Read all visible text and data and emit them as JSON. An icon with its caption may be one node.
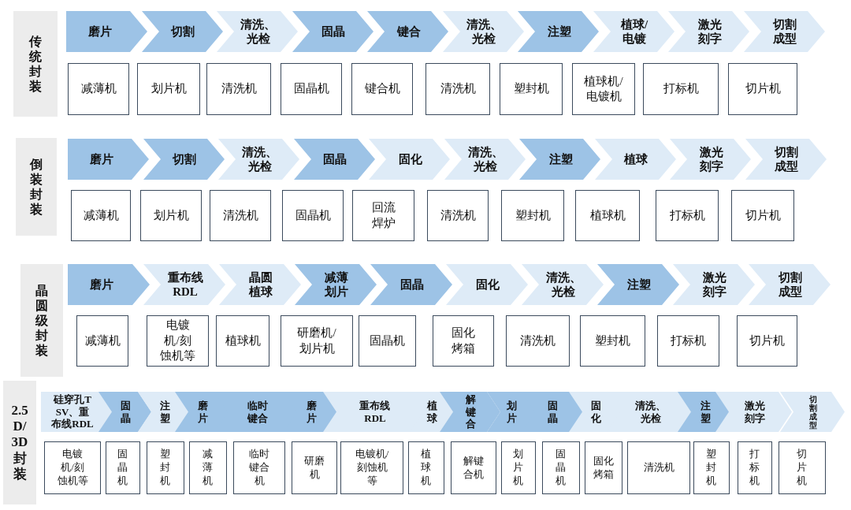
{
  "diagram": {
    "nodes": [
      {
        "text": [
          "传统封装"
        ]
      },
      {
        "text": [
          "磨片"
        ]
      },
      {
        "text": [
          "切割"
        ]
      },
      {
        "text": [
          "清洗、光检"
        ]
      },
      {
        "text": [
          "固晶"
        ]
      },
      {
        "text": [
          "键合"
        ]
      },
      {
        "text": [
          "清洗、光检"
        ]
      },
      {
        "text": [
          "注塑"
        ]
      },
      {
        "text": [
          "植球/电镀"
        ]
      },
      {
        "text": [
          "激光刻字"
        ]
      },
      {
        "text": [
          "切割成型"
        ]
      },
      {
        "text": [
          "减薄机"
        ]
      },
      {
        "text": [
          "划片机"
        ]
      },
      {
        "text": [
          "清洗机"
        ]
      },
      {
        "text": [
          "固晶机"
        ]
      },
      {
        "text": [
          "键合机"
        ]
      },
      {
        "text": [
          "清洗机"
        ]
      },
      {
        "text": [
          "塑封机"
        ]
      },
      {
        "text": [
          "植球机/电镀机"
        ]
      },
      {
        "text": [
          "打标机"
        ]
      },
      {
        "text": [
          "切片机"
        ]
      },
      {
        "text": [
          "倒装封装"
        ]
      },
      {
        "text": [
          "磨片"
        ]
      },
      {
        "text": [
          "切割"
        ]
      },
      {
        "text": [
          "清洗、光检"
        ]
      },
      {
        "text": [
          "固晶"
        ]
      },
      {
        "text": [
          "固化"
        ]
      },
      {
        "text": [
          "清洗、光检"
        ]
      },
      {
        "text": [
          "注塑"
        ]
      },
      {
        "text": [
          "植球"
        ]
      },
      {
        "text": [
          "激光刻字"
        ]
      },
      {
        "text": [
          "切割成型"
        ]
      },
      {
        "text": [
          "减薄机"
        ]
      },
      {
        "text": [
          "划片机"
        ]
      },
      {
        "text": [
          "清洗机"
        ]
      },
      {
        "text": [
          "固晶机"
        ]
      },
      {
        "text": [
          "回流焊炉"
        ]
      },
      {
        "text": [
          "清洗机"
        ]
      },
      {
        "text": [
          "塑封机"
        ]
      },
      {
        "text": [
          "植球机"
        ]
      },
      {
        "text": [
          "打标机"
        ]
      },
      {
        "text": [
          "切片机"
        ]
      },
      {
        "text": [
          "晶圆级封装"
        ]
      },
      {
        "text": [
          "磨片"
        ]
      },
      {
        "text": [
          "重布线 RDL"
        ]
      },
      {
        "text": [
          "晶圆植球"
        ]
      },
      {
        "text": [
          "减薄划片"
        ]
      },
      {
        "text": [
          "固晶"
        ]
      },
      {
        "text": [
          "固化"
        ]
      },
      {
        "text": [
          "清洗、光检"
        ]
      },
      {
        "text": [
          "注塑"
        ]
      },
      {
        "text": [
          "激光刻字"
        ]
      },
      {
        "text": [
          "切割成型"
        ]
      },
      {
        "text": [
          "减薄机"
        ]
      },
      {
        "text": [
          "电镀机/刻蚀机等"
        ]
      },
      {
        "text": [
          "植球机"
        ]
      },
      {
        "text": [
          "研磨机/划片机"
        ]
      },
      {
        "text": [
          "固晶机"
        ]
      },
      {
        "text": [
          "固化烤箱"
        ]
      },
      {
        "text": [
          "清洗机"
        ]
      },
      {
        "text": [
          "塑封机"
        ]
      },
      {
        "text": [
          "打标机"
        ]
      },
      {
        "text": [
          "切片机"
        ]
      },
      {
        "text": [
          "2.5D/3D封装"
        ]
      },
      {
        "text": [
          "硅穿孔TSV、重布线RDL"
        ]
      },
      {
        "text": [
          "固晶"
        ]
      },
      {
        "text": [
          "注塑"
        ]
      },
      {
        "text": [
          "磨片"
        ]
      },
      {
        "text": [
          "临时键合"
        ]
      },
      {
        "text": [
          "磨片"
        ]
      },
      {
        "text": [
          "重布线 RDL"
        ]
      },
      {
        "text": [
          "植球"
        ]
      },
      {
        "text": [
          "解键合"
        ]
      },
      {
        "text": [
          "划片"
        ]
      },
      {
        "text": [
          "固晶"
        ]
      },
      {
        "text": [
          "固化"
        ]
      },
      {
        "text": [
          "清洗、光检"
        ]
      },
      {
        "text": [
          "注塑"
        ]
      },
      {
        "text": [
          "激光刻字"
        ]
      },
      {
        "text": [
          "切割成型"
        ]
      },
      {
        "text": [
          "电镀机/刻蚀机等"
        ]
      },
      {
        "text": [
          "固晶机"
        ]
      },
      {
        "text": [
          "塑封机"
        ]
      },
      {
        "text": [
          "减薄机"
        ]
      },
      {
        "text": [
          "临时键合机"
        ]
      },
      {
        "text": [
          "研磨机"
        ]
      },
      {
        "text": [
          "电镀机/刻蚀机等"
        ]
      },
      {
        "text": [
          "植球机"
        ]
      },
      {
        "text": [
          "解键合机"
        ]
      },
      {
        "text": [
          "划片机"
        ]
      },
      {
        "text": [
          "固晶机"
        ]
      },
      {
        "text": [
          "固化烤箱"
        ]
      },
      {
        "text": [
          "清洗机"
        ]
      },
      {
        "text": [
          "塑封机"
        ]
      },
      {
        "text": [
          "打标机"
        ]
      },
      {
        "text": [
          "切片机"
        ]
      }
    ]
  }
}
